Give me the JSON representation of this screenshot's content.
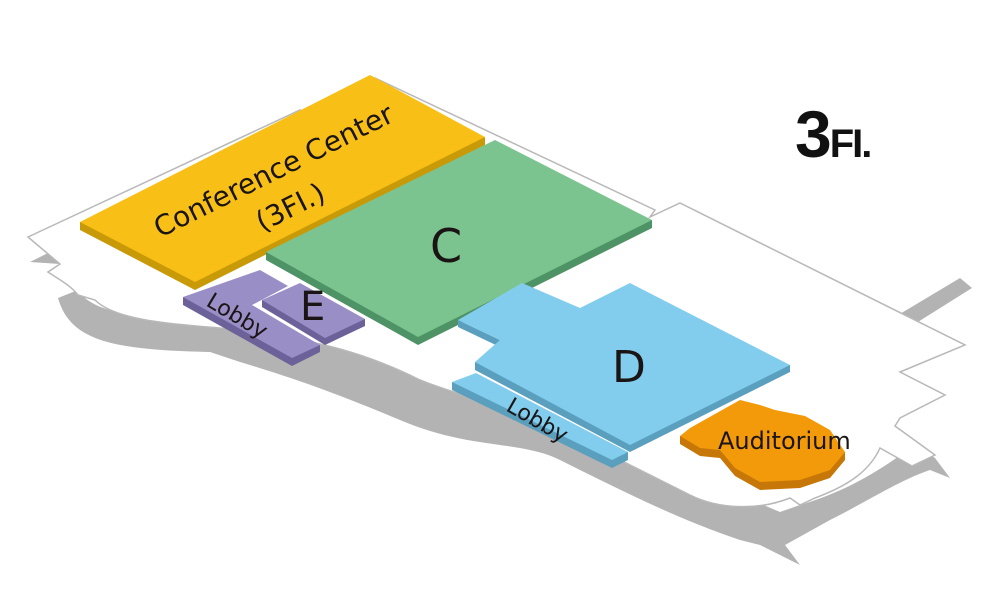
{
  "floor": {
    "number": "3",
    "suffix": "FI."
  },
  "zones": [
    {
      "id": "conference-center",
      "label_line1": "Conference Center",
      "label_line2": "(3FI.)",
      "color": "#F8C016",
      "side_color": "#C99A08"
    },
    {
      "id": "hall-c",
      "label": "C",
      "color": "#7BC48F",
      "side_color": "#4E9366"
    },
    {
      "id": "hall-e",
      "label": "E",
      "color": "#9A8EC6",
      "side_color": "#6D6199"
    },
    {
      "id": "lobby-e",
      "label": "Lobby",
      "color": "#9A8EC6",
      "side_color": "#6D6199"
    },
    {
      "id": "hall-d",
      "label": "D",
      "color": "#82CDED",
      "side_color": "#5A9FBE"
    },
    {
      "id": "lobby-d",
      "label": "Lobby",
      "color": "#82CDED",
      "side_color": "#5A9FBE"
    },
    {
      "id": "auditorium",
      "label": "Auditorium",
      "color": "#F39A0B",
      "side_color": "#C77708"
    }
  ],
  "building": {
    "floor_color": "#FFFFFF",
    "outline_color": "#B0B0B0",
    "shadow_color": "#B3B3B3"
  }
}
